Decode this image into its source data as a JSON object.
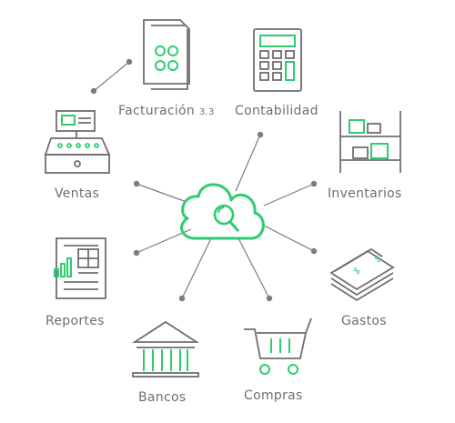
{
  "modules": {
    "facturacion": {
      "label": "Facturación",
      "version": "3.3"
    },
    "contabilidad": {
      "label": "Contabilidad"
    },
    "ventas": {
      "label": "Ventas"
    },
    "inventarios": {
      "label": "Inventarios"
    },
    "reportes": {
      "label": "Reportes"
    },
    "gastos": {
      "label": "Gastos"
    },
    "bancos": {
      "label": "Bancos"
    },
    "compras": {
      "label": "Compras"
    }
  },
  "colors": {
    "accent": "#2ecc71",
    "line": "#7d7d7d",
    "text": "#6f6f6f"
  },
  "icons": {
    "center": "cloud-search-icon",
    "facturacion": "invoice-document-icon",
    "contabilidad": "calculator-icon",
    "ventas": "cash-register-icon",
    "inventarios": "warehouse-shelf-icon",
    "reportes": "report-chart-icon",
    "gastos": "money-stack-icon",
    "bancos": "bank-building-icon",
    "compras": "shopping-cart-icon"
  }
}
